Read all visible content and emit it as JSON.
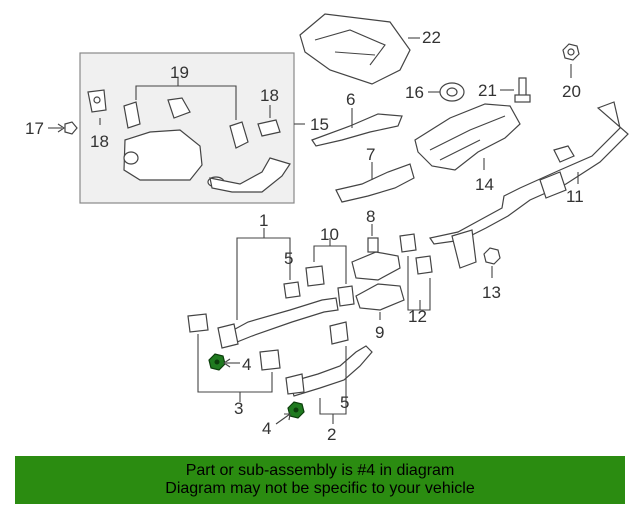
{
  "diagram": {
    "callouts": {
      "c1": "1",
      "c2": "2",
      "c3": "3",
      "c4a": "4",
      "c4b": "4",
      "c5a": "5",
      "c5b": "5",
      "c6": "6",
      "c7": "7",
      "c8": "8",
      "c9": "9",
      "c10": "10",
      "c11": "11",
      "c12": "12",
      "c13": "13",
      "c14": "14",
      "c15": "15",
      "c16": "16",
      "c17": "17",
      "c18a": "18",
      "c18b": "18",
      "c19": "19",
      "c20": "20",
      "c21": "21",
      "c22": "22"
    },
    "highlight_color": "#1f7a1f"
  },
  "footer": {
    "line1": "Part or sub-assembly is #4 in diagram",
    "line2": "Diagram may not be specific to your vehicle",
    "background": "#2b8c11"
  }
}
